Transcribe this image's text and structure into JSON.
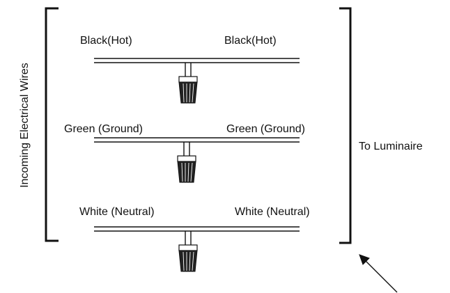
{
  "left_label": "Incoming Electrical Wires",
  "right_label": "To Luminaire",
  "connections": [
    {
      "left": "Black(Hot)",
      "right": "Black(Hot)"
    },
    {
      "left": "Green (Ground)",
      "right": "Green (Ground)"
    },
    {
      "left": "White (Neutral)",
      "right": "White (Neutral)"
    }
  ],
  "icons": {
    "connector": "wire-nut-icon",
    "arrow": "arrow-icon"
  },
  "colors": {
    "ink": "#111111",
    "background": "#ffffff"
  }
}
